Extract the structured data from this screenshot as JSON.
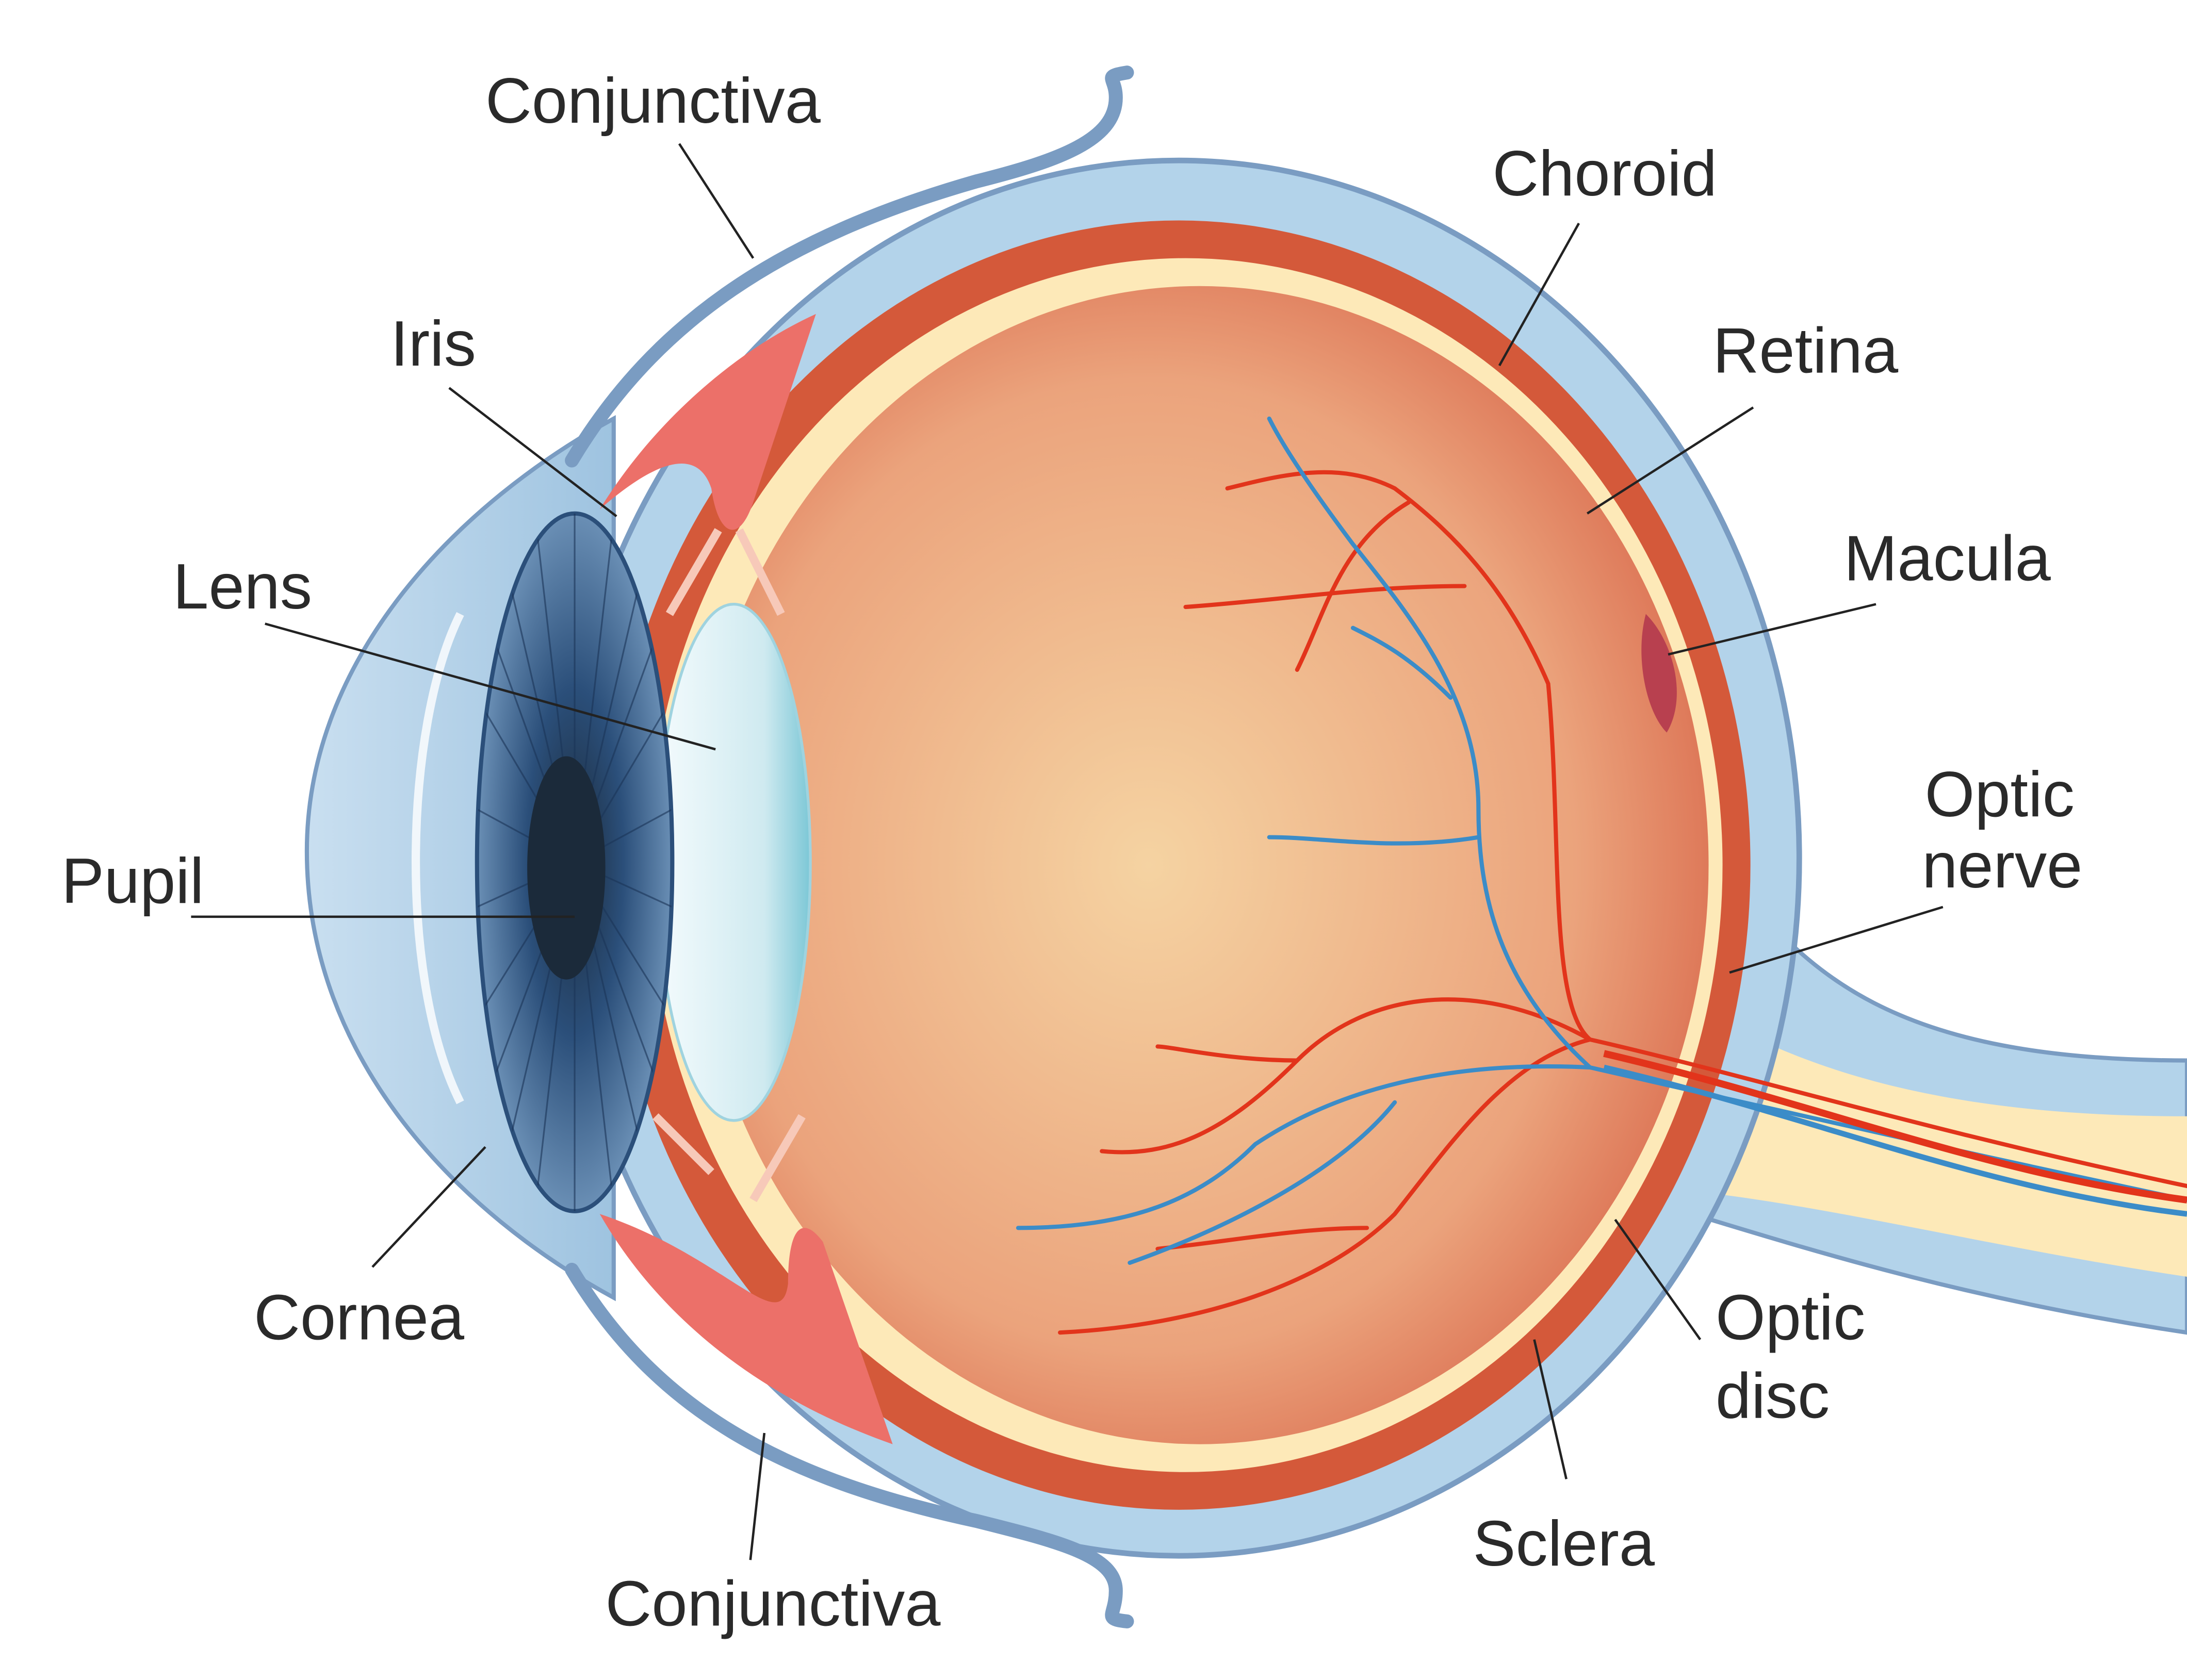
{
  "labels": {
    "conjunctiva_top": "Conjunctiva",
    "choroid": "Choroid",
    "iris": "Iris",
    "retina": "Retina",
    "lens": "Lens",
    "macula": "Macula",
    "pupil": "Pupil",
    "optic_nerve": [
      "Optic",
      "nerve"
    ],
    "cornea": "Cornea",
    "optic_disc": [
      "Optic",
      "disc"
    ],
    "sclera": "Sclera",
    "conjunctiva_bottom": "Conjunctiva"
  },
  "colors": {
    "sclera": "#b3d3ea",
    "sclera_edge": "#7a9cc2",
    "choroid": "#d4593a",
    "retina": "#fde9b8",
    "vitreous_center": "#f5d3a2",
    "vitreous_edge": "#e89a72",
    "iris_tissue": "#ec7069",
    "iris_blue": "#2f5f8f",
    "pupil": "#1b2a3a",
    "artery": "#e2341b",
    "vein": "#3b8cc8",
    "macula": "#b8404f",
    "text": "#2a2a2a"
  }
}
